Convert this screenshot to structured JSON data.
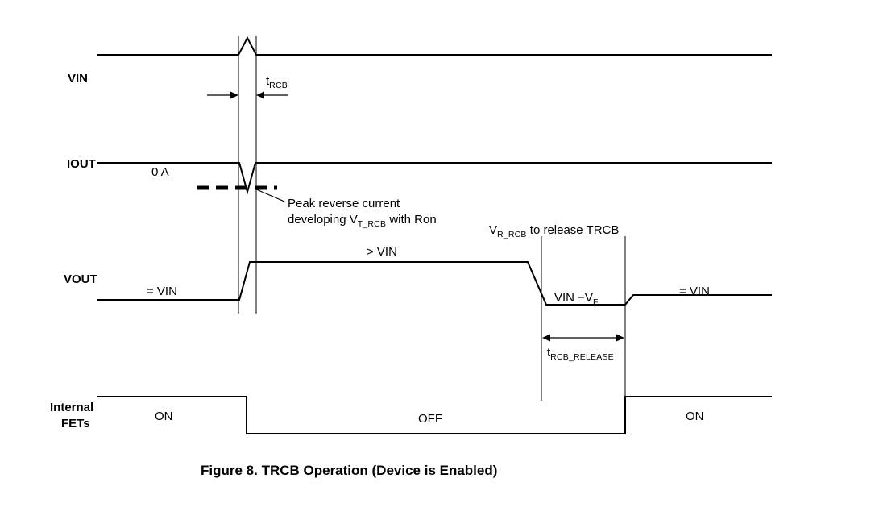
{
  "figure": {
    "caption": "Figure 8. TRCB Operation (Device is Enabled)",
    "colors": {
      "line": "#000000",
      "background": "#ffffff"
    },
    "signals": {
      "vin": "VIN",
      "iout": "IOUT",
      "vout": "VOUT",
      "fets_line1": "Internal",
      "fets_line2": "FETs"
    },
    "labels": {
      "zero_a": "0 A",
      "t_rcb_base": "t",
      "t_rcb_sub": "RCB",
      "peak_line1": "Peak reverse current",
      "peak_line2_a": "developing V",
      "peak_line2_sub": "T_RCB",
      "peak_line2_b": " with Ron",
      "vr_release_a": "V",
      "vr_release_sub": "R_RCB",
      "vr_release_b": " to release TRCB",
      "gt_vin": "> VIN",
      "eq_vin_left": "= VIN",
      "vin_minus_vf_a": "VIN −V",
      "vin_minus_vf_sub": "F",
      "eq_vin_right": "= VIN",
      "t_rcb_release_base": "t",
      "t_rcb_release_sub": "RCB_RELEASE",
      "fet_on_left": "ON",
      "fet_off": "OFF",
      "fet_on_right": "ON"
    }
  }
}
